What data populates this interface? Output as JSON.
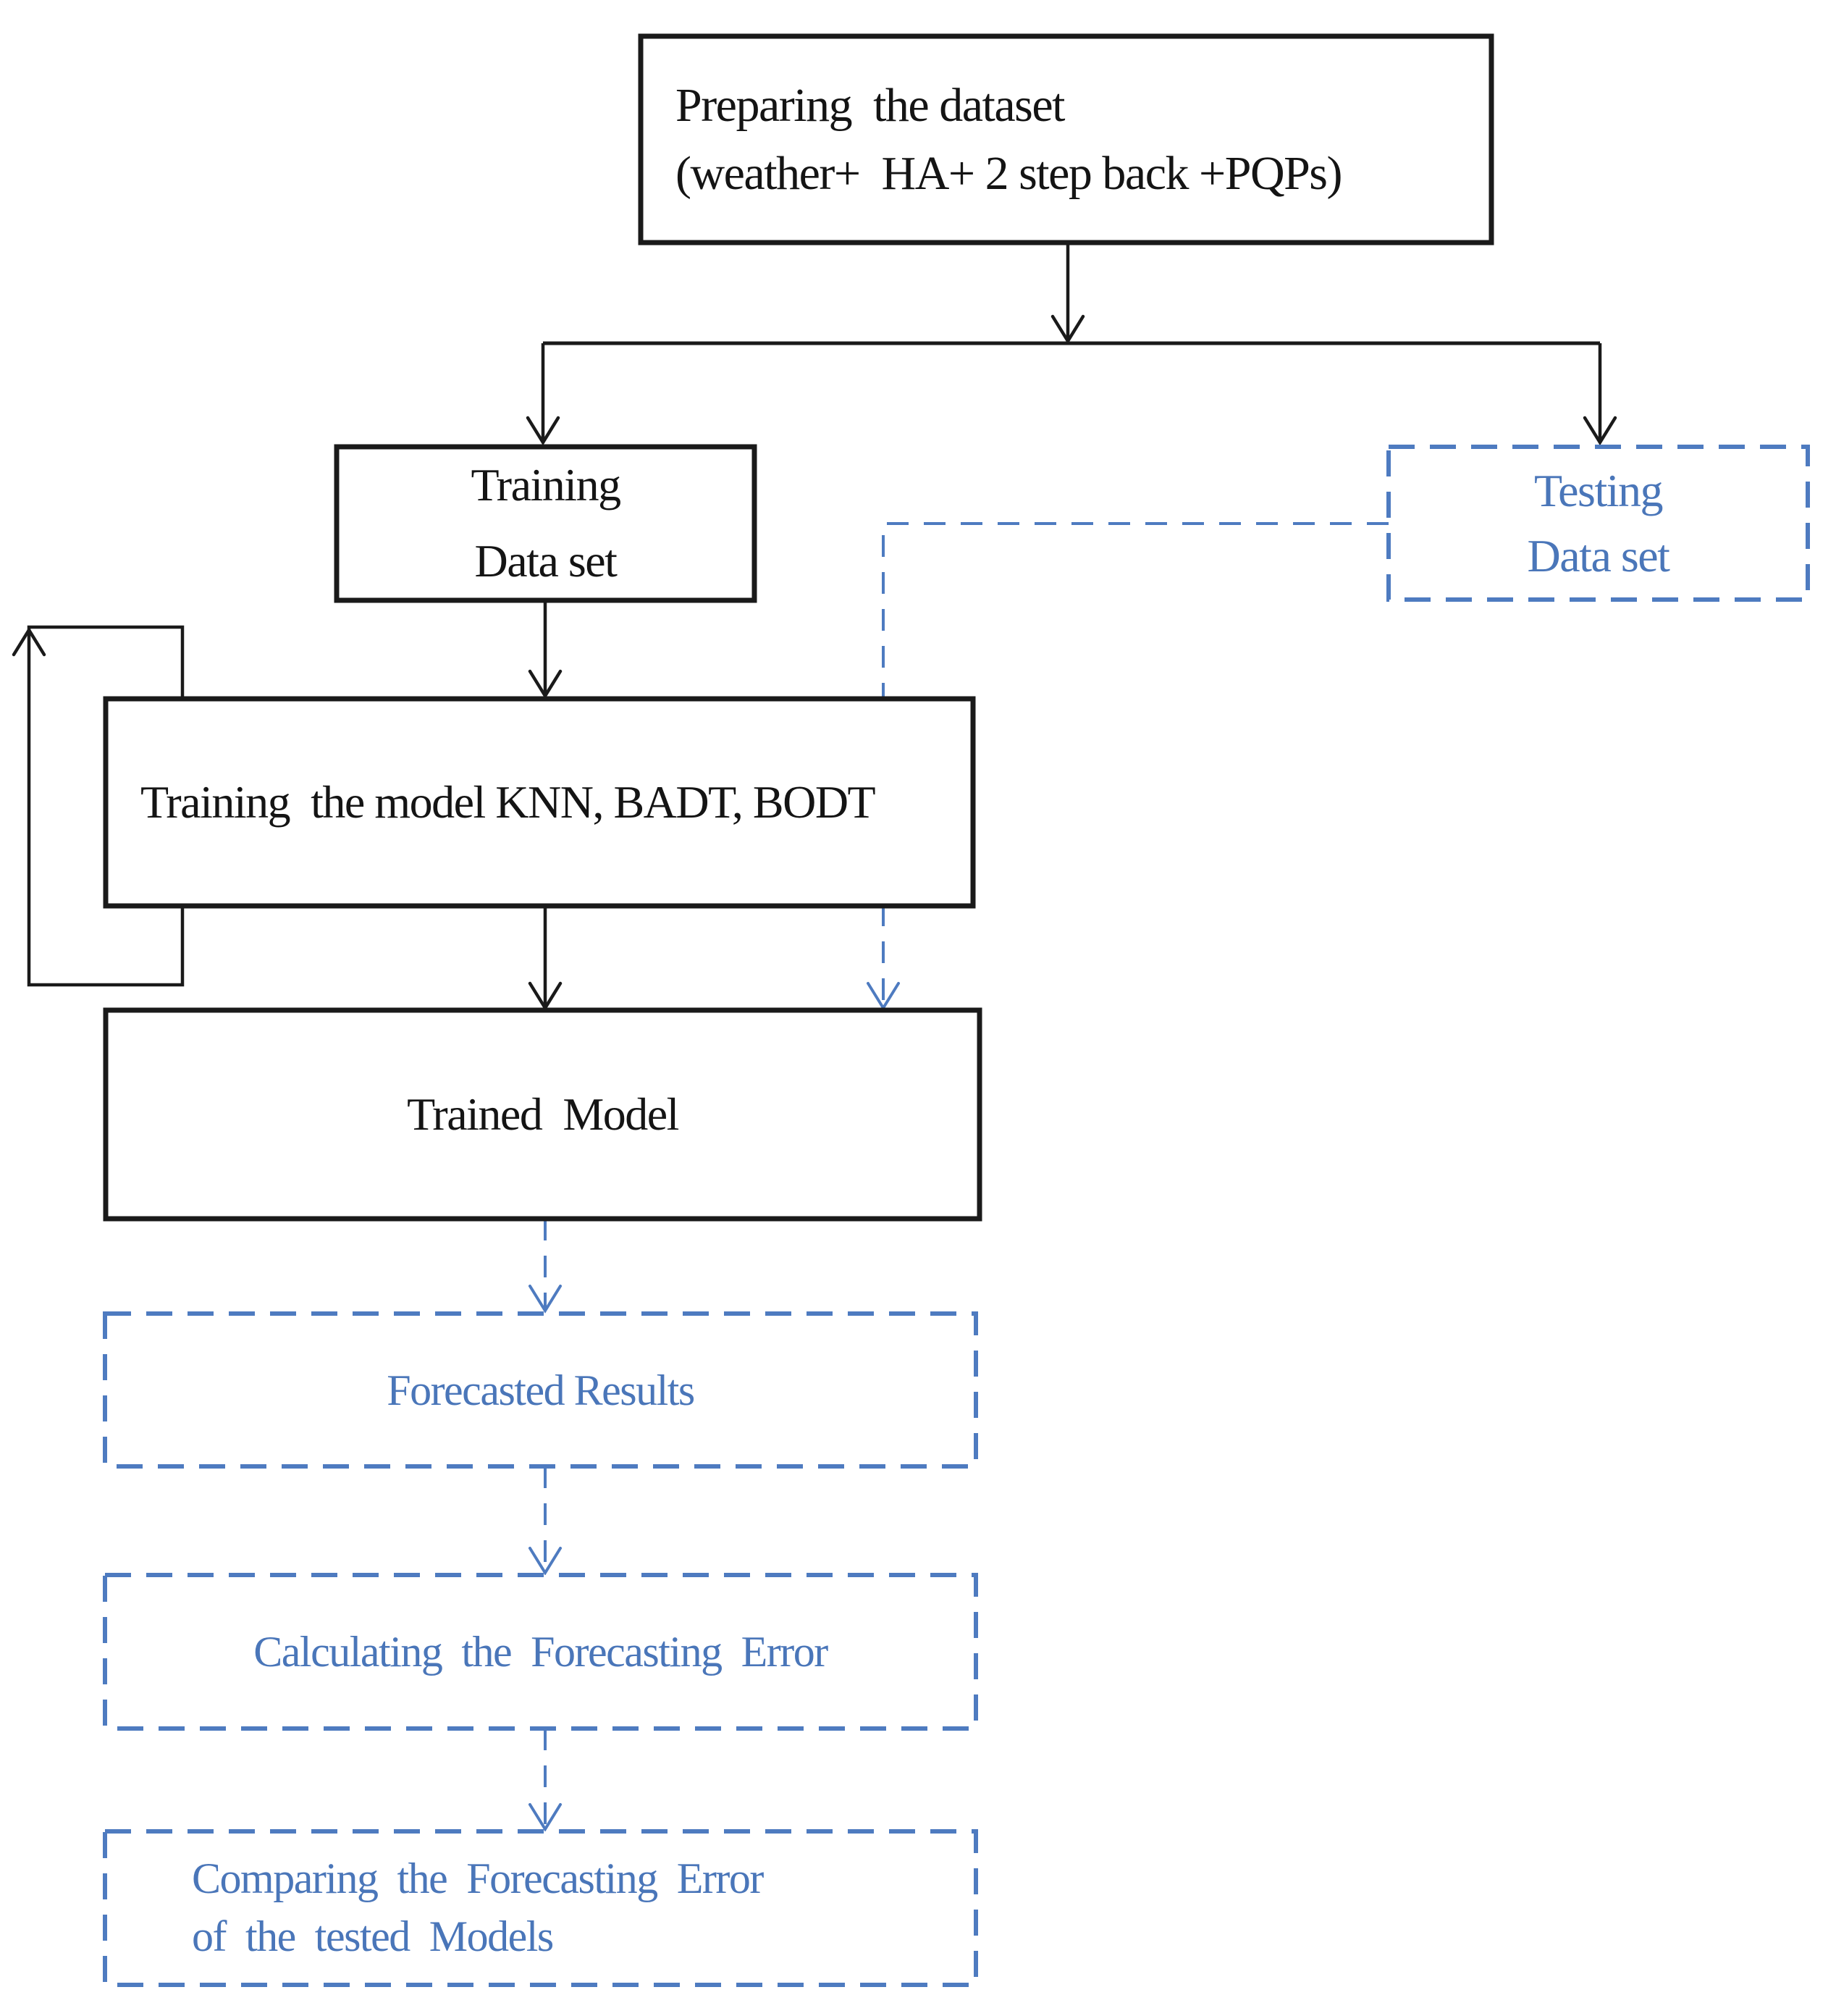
{
  "colors": {
    "line_black": "#1a1a1a",
    "accent_blue": "#4e7bc0",
    "text_black": "#141414",
    "text_blue": "#4a76b9",
    "background": "#ffffff"
  },
  "nodes": {
    "preparing": {
      "line1": "Preparing  the dataset",
      "line2": "(weather+  HA+ 2 step back +PQPs)"
    },
    "training_data": {
      "line1": "Training",
      "line2": "Data set"
    },
    "testing_data": {
      "line1": "Testing",
      "line2": "Data set"
    },
    "training_model": {
      "line1": "Training  the model KNN, BADT, BODT"
    },
    "trained_model": {
      "line1": "Trained  Model"
    },
    "forecasted": {
      "line1": "Forecasted Results"
    },
    "calculating": {
      "line1": "Calculating  the  Forecasting  Error"
    },
    "comparing": {
      "line1": "Comparing  the  Forecasting  Error",
      "line2": "of  the  tested  Models"
    }
  }
}
